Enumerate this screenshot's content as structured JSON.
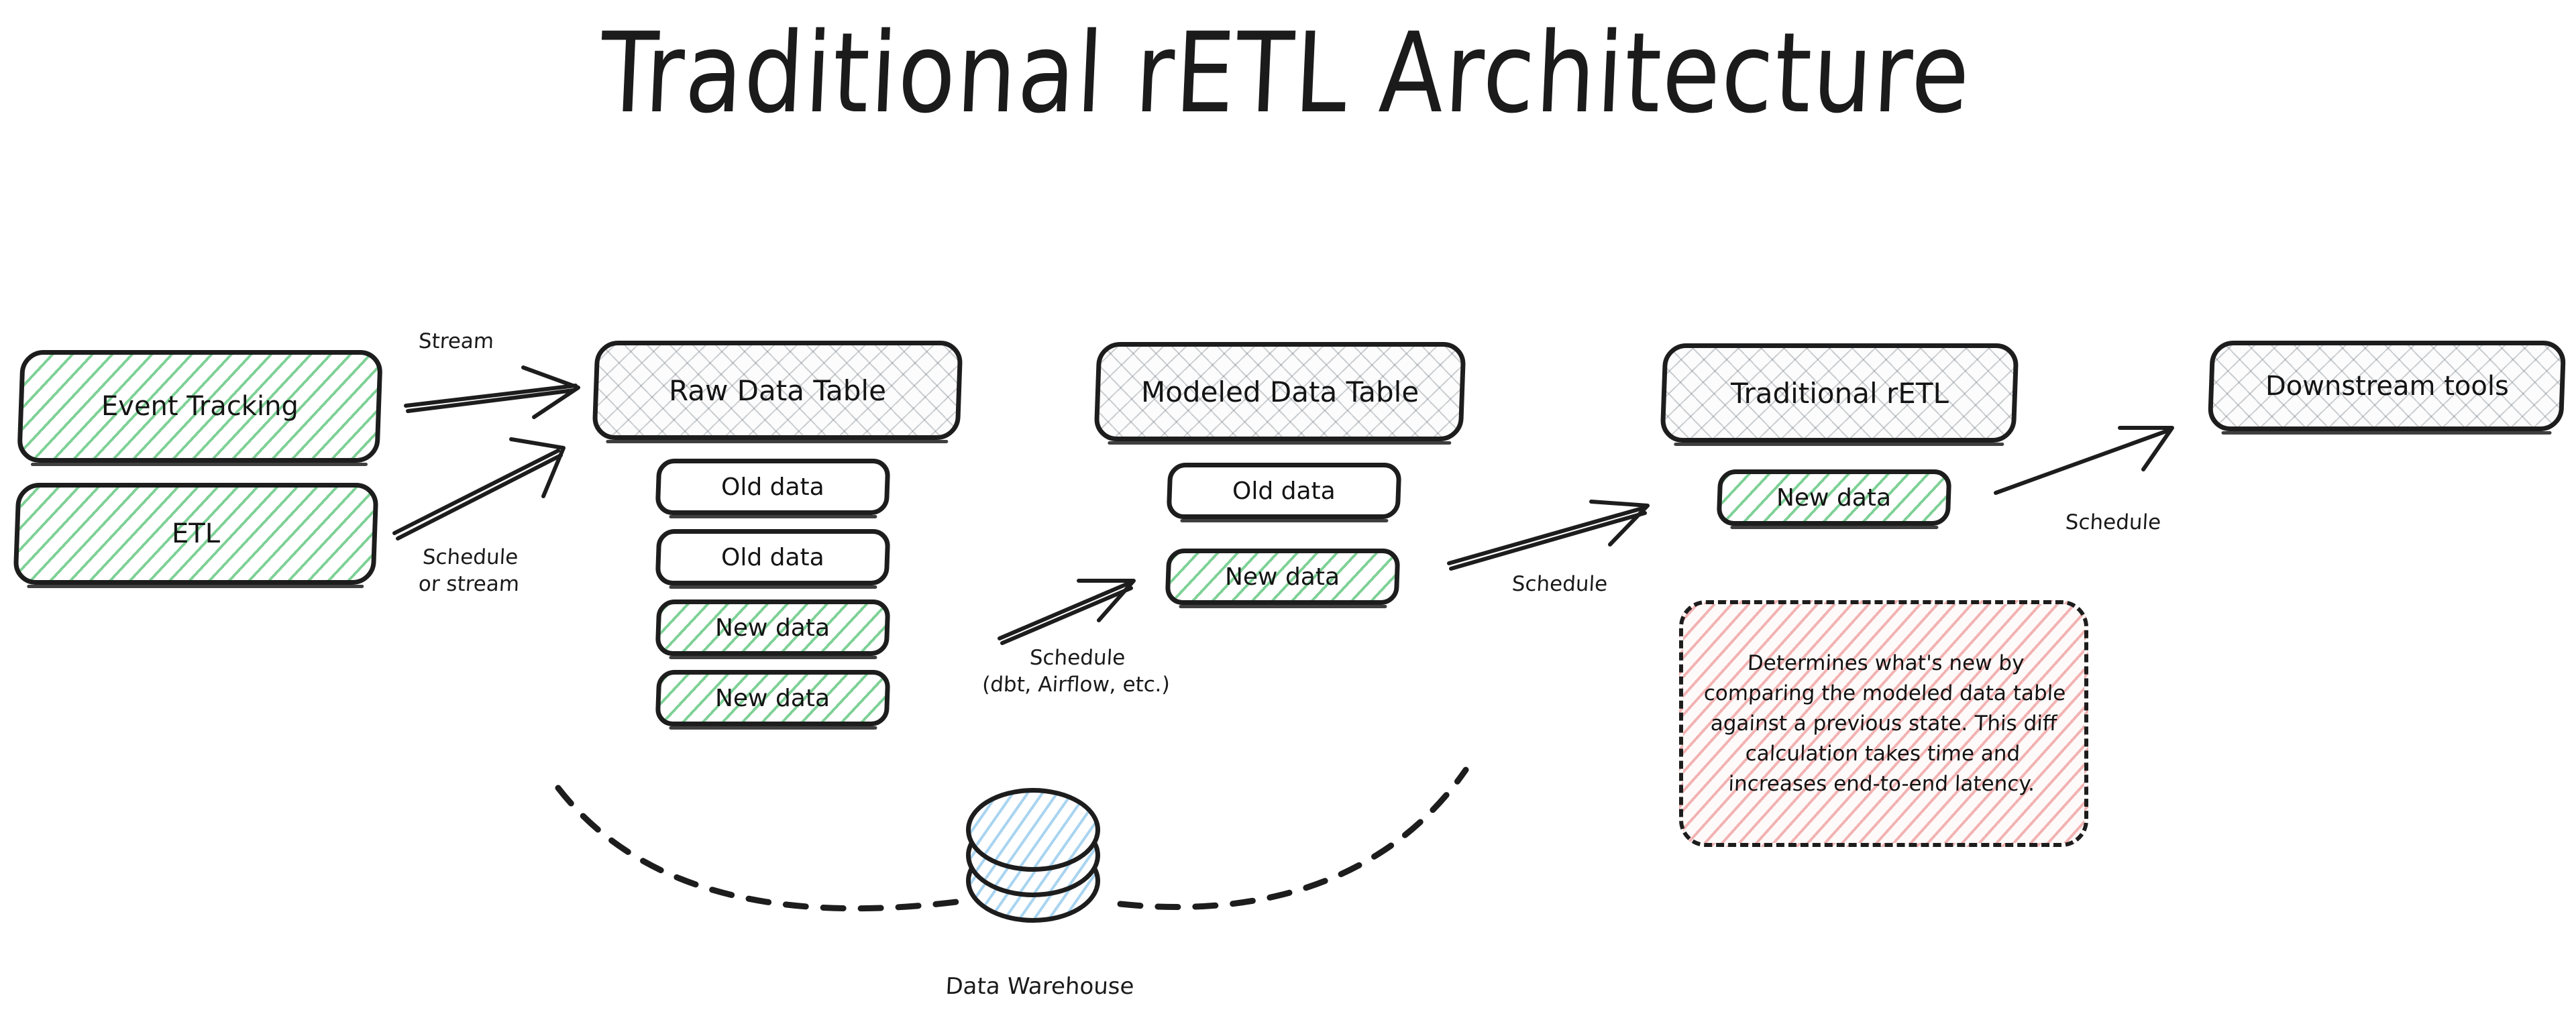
{
  "title": "Traditional rETL Architecture",
  "sources": [
    {
      "id": "event-tracking",
      "label": "Event Tracking"
    },
    {
      "id": "etl",
      "label": "ETL"
    }
  ],
  "raw_table": {
    "header": "Raw Data Table",
    "rows": [
      {
        "label": "Old data",
        "kind": "old"
      },
      {
        "label": "Old data",
        "kind": "old"
      },
      {
        "label": "New data",
        "kind": "new"
      },
      {
        "label": "New data",
        "kind": "new"
      }
    ]
  },
  "modeled_table": {
    "header": "Modeled Data Table",
    "rows": [
      {
        "label": "Old data",
        "kind": "old"
      },
      {
        "label": "New data",
        "kind": "new"
      }
    ]
  },
  "retl": {
    "header": "Traditional rETL",
    "rows": [
      {
        "label": "New data",
        "kind": "new"
      }
    ],
    "note": "Determines what's new by comparing the modeled data table against a previous state. This diff calculation takes time and increases end-to-end latency."
  },
  "downstream": {
    "label": "Downstream tools"
  },
  "warehouse": {
    "label": "Data Warehouse"
  },
  "edge_labels": {
    "stream": "Stream",
    "schedule_or_stream": "Schedule\nor stream",
    "schedule_dbt": "Schedule\n(dbt, Airflow, etc.)",
    "schedule_retl": "Schedule",
    "schedule_downstream": "Schedule"
  },
  "colors": {
    "stroke": "#1d1d1d",
    "green_hatch": "#7ed196",
    "grey_hatch": "#5a646e",
    "pink_hatch": "#f2b3b3",
    "blue_hatch": "#a8d4f0",
    "background": "#ffffff"
  }
}
